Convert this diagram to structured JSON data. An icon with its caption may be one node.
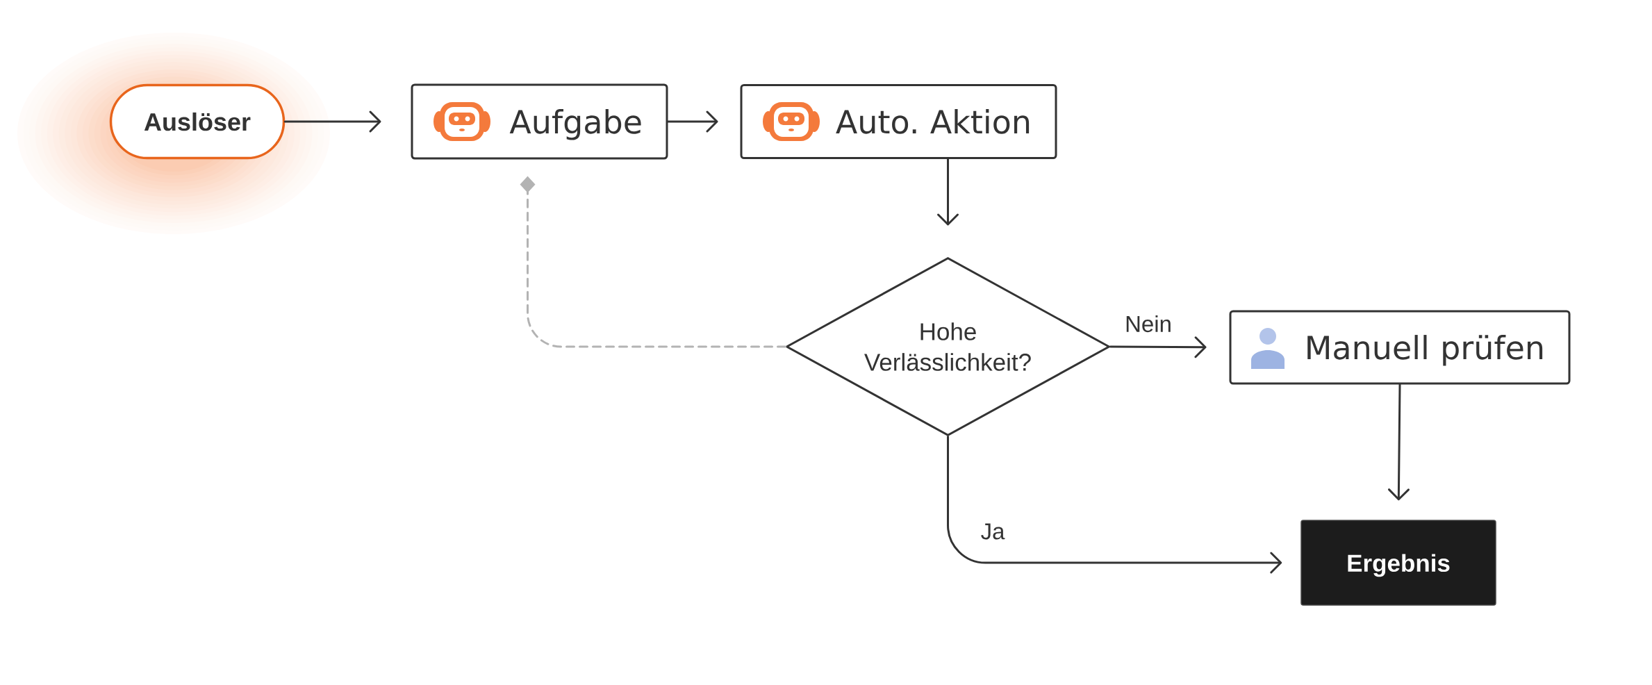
{
  "diagram": {
    "nodes": [
      {
        "text": [
          "Auslöser"
        ]
      },
      {
        "text": [
          "Aufgabe"
        ]
      },
      {
        "text": [
          "Auto. Aktion"
        ]
      },
      {
        "text": [
          "Hohe Verlässlichkeit?"
        ]
      },
      {
        "text": [
          "Manuell prüfen"
        ]
      },
      {
        "text": [
          "Ergebnis"
        ]
      }
    ],
    "edges": [
      {
        "from": 0,
        "to": 1,
        "arrow": "to"
      },
      {
        "from": 1,
        "to": 2,
        "arrow": "to"
      },
      {
        "from": 2,
        "to": 3,
        "arrow": "to"
      },
      {
        "from": 3,
        "to": 4,
        "arrow": "to",
        "label": "Nein"
      },
      {
        "from": 4,
        "to": 5,
        "arrow": "to"
      },
      {
        "from": 3,
        "to": 5,
        "arrow": "to",
        "label": "Ja"
      },
      {
        "from": 3,
        "to": 1,
        "arrow": "other",
        "style": "dashed",
        "color": "#b3b3b3"
      }
    ]
  }
}
